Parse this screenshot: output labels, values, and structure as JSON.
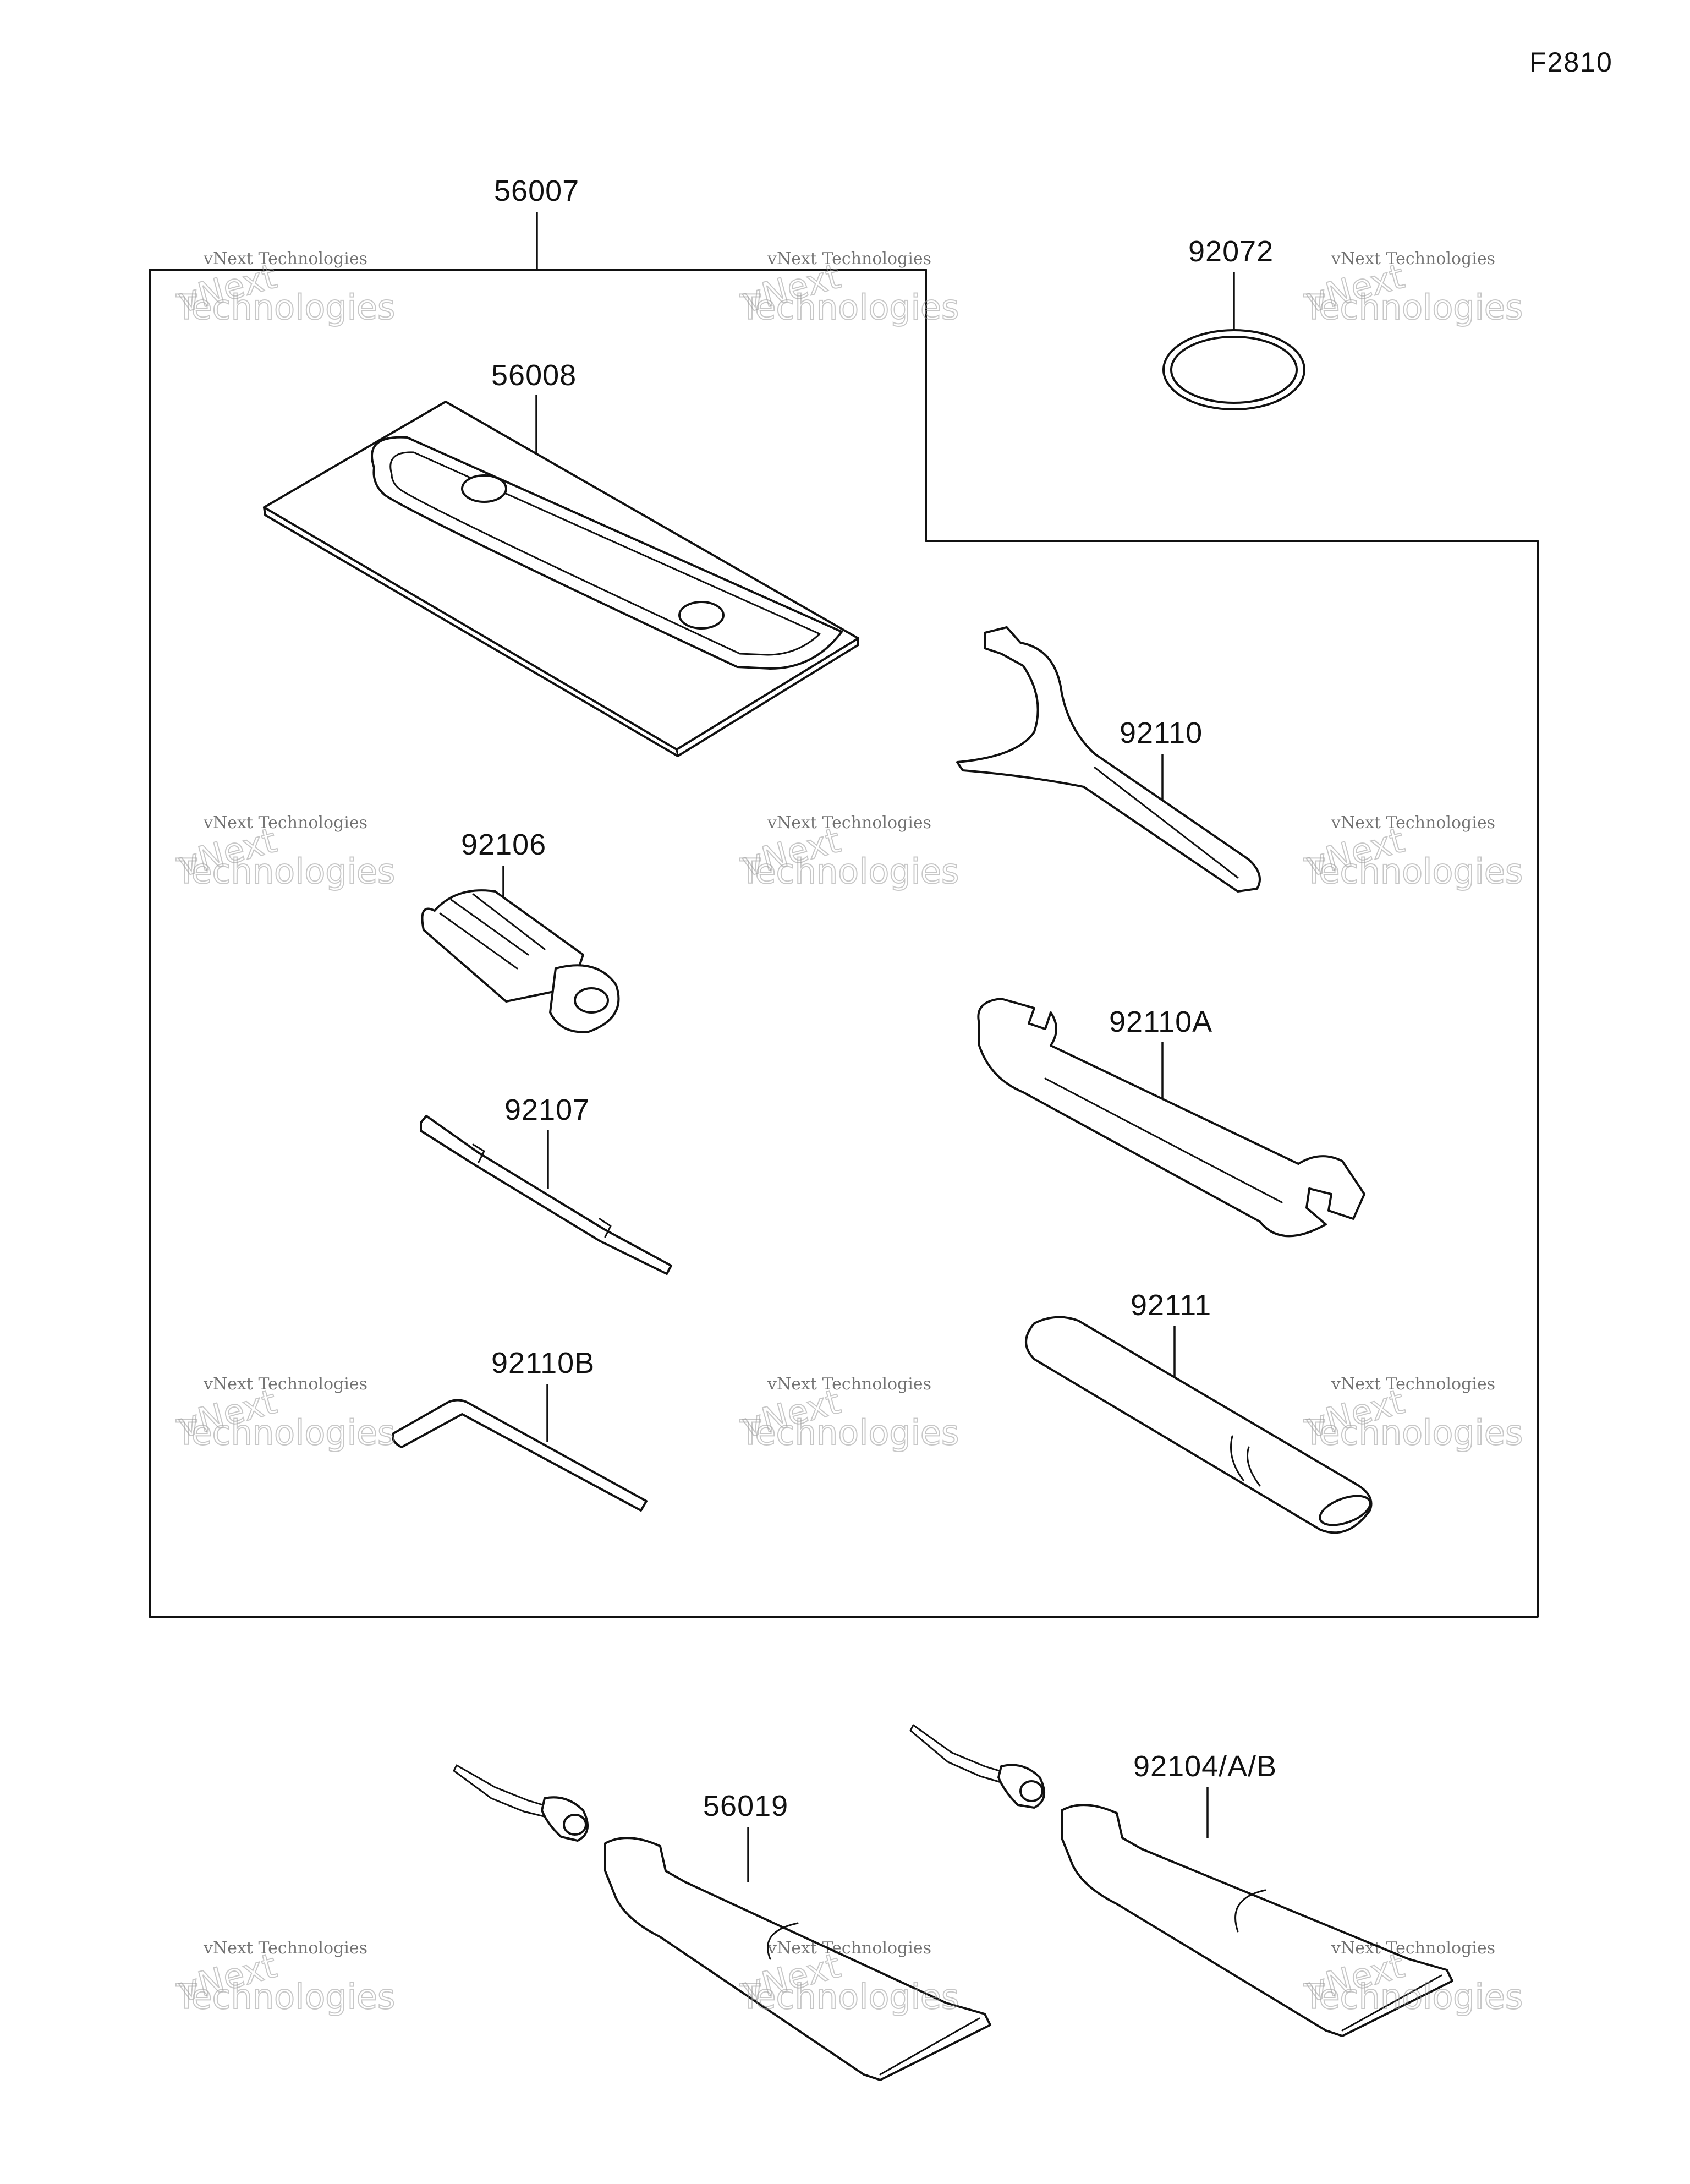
{
  "diagram_code": "F2810",
  "watermark": {
    "line1": "vNext Technologies",
    "line2a": "vNext",
    "line2b": "Technologies"
  },
  "parts": [
    {
      "id": "p56007",
      "number": "56007"
    },
    {
      "id": "p92072",
      "number": "92072"
    },
    {
      "id": "p56008",
      "number": "56008"
    },
    {
      "id": "p92110",
      "number": "92110"
    },
    {
      "id": "p92106",
      "number": "92106"
    },
    {
      "id": "p92110A",
      "number": "92110A"
    },
    {
      "id": "p92107",
      "number": "92107"
    },
    {
      "id": "p92111",
      "number": "92111"
    },
    {
      "id": "p92110B",
      "number": "92110B"
    },
    {
      "id": "p56019",
      "number": "56019"
    },
    {
      "id": "p92104",
      "number": "92104/A/B"
    }
  ]
}
